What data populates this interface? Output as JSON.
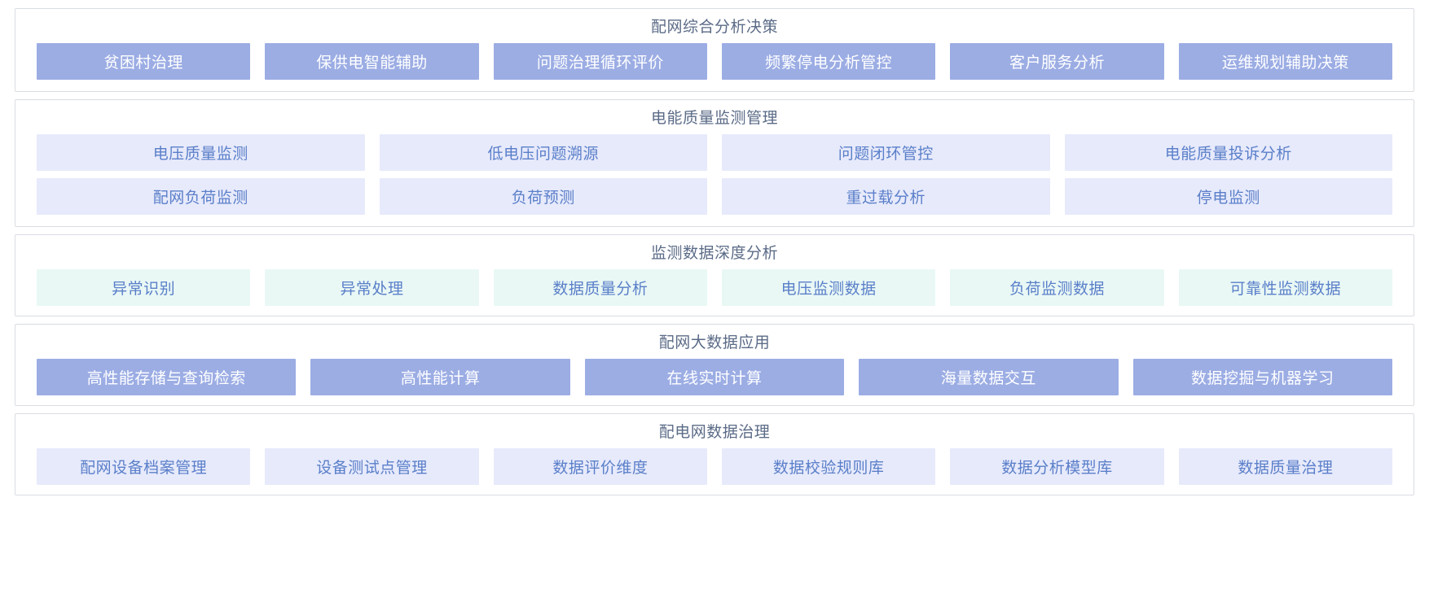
{
  "colors": {
    "panel_border": "#d9dde3",
    "title_text": "#5b6b87",
    "solid_blue_bg": "#9cadE4",
    "solid_blue_text": "#ffffff",
    "pale_lavender_bg": "#e7eafb",
    "pale_mint_bg": "#e9f8f5",
    "pale_tile_text": "#5a7fc9",
    "page_bg": "#ffffff"
  },
  "sections": [
    {
      "id": "comprehensive-analysis-decision",
      "title": "配网综合分析决策",
      "style": "solid-blue",
      "columns": 6,
      "tiles": [
        "贫困村治理",
        "保供电智能辅助",
        "问题治理循环评价",
        "频繁停电分析管控",
        "客户服务分析",
        "运维规划辅助决策"
      ]
    },
    {
      "id": "power-quality-monitoring-management",
      "title": "电能质量监测管理",
      "style": "pale-lavender",
      "columns": 4,
      "tiles": [
        "电压质量监测",
        "低电压问题溯源",
        "问题闭环管控",
        "电能质量投诉分析",
        "配网负荷监测",
        "负荷预测",
        "重过载分析",
        "停电监测"
      ]
    },
    {
      "id": "monitoring-data-deep-analysis",
      "title": "监测数据深度分析",
      "style": "pale-mint",
      "columns": 6,
      "tiles": [
        "异常识别",
        "异常处理",
        "数据质量分析",
        "电压监测数据",
        "负荷监测数据",
        "可靠性监测数据"
      ]
    },
    {
      "id": "distribution-big-data-application",
      "title": "配网大数据应用",
      "style": "solid-blue",
      "columns": 5,
      "tiles": [
        "高性能存储与查询检索",
        "高性能计算",
        "在线实时计算",
        "海量数据交互",
        "数据挖掘与机器学习"
      ]
    },
    {
      "id": "distribution-network-data-governance",
      "title": "配电网数据治理",
      "style": "pale-lavender",
      "columns": 6,
      "tiles": [
        "配网设备档案管理",
        "设备测试点管理",
        "数据评价维度",
        "数据校验规则库",
        "数据分析模型库",
        "数据质量治理"
      ]
    }
  ]
}
